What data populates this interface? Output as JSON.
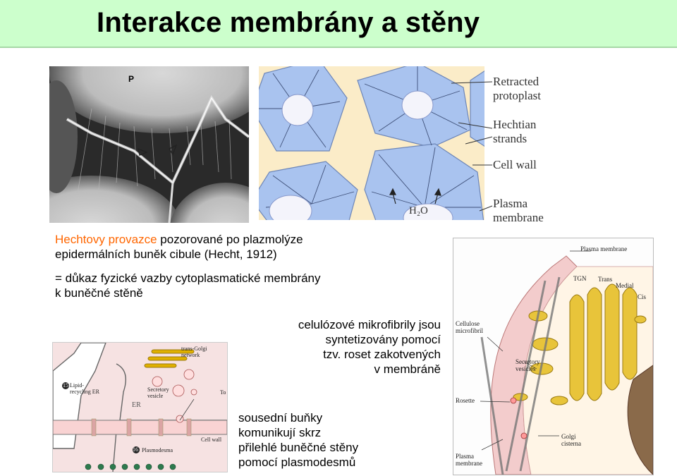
{
  "slide": {
    "title": "Interakce membrány a stěny"
  },
  "text": {
    "para1_highlight": "Hechtovy provazce",
    "para1_rest": " pozorované po plazmolýze",
    "para1_line2": "epidermálních buněk cibule (Hecht, 1912)",
    "para2_line1": "= důkaz fyzické vazby cytoplasmatické membrány",
    "para2_line2": "k buněčné stěně",
    "para3_lines": [
      "celulózové mikrofibrily jsou",
      "syntetizovány pomocí",
      "tzv. roset zakotvených",
      "v membráně"
    ],
    "para4_lines": [
      "sousední buňky",
      "komunikují skrz",
      "přilehlé buněčné stěny",
      "pomocí plasmodesmů"
    ]
  },
  "micrograph": {
    "label": "P"
  },
  "hechtian_diagram": {
    "labels": {
      "retracted": [
        "Retracted",
        "protoplast"
      ],
      "hechtian": [
        "Hechtian",
        "strands"
      ],
      "cell_wall": "Cell wall",
      "plasma": [
        "Plasma",
        "membrane"
      ],
      "water": "H₂O"
    }
  },
  "golgi_diagram": {
    "labels": {
      "plasma_membrane": "Plasma membrane",
      "tgn": "TGN",
      "trans": "Trans",
      "medial": "Medial",
      "cis": "Cis",
      "cellulose": [
        "Cellulose",
        "microfibril"
      ],
      "secretory": [
        "Secretory",
        "vesicles"
      ],
      "rosette": "Rosette",
      "golgi": [
        "Golgi",
        "cisterna"
      ],
      "plasma_bottom": [
        "Plasma",
        "membrane"
      ]
    }
  },
  "plasmodesma_diagram": {
    "labels": {
      "trans_golgi": [
        "trans-Golgi",
        "network"
      ],
      "lipid": [
        "Lipid-",
        "recycling ER"
      ],
      "secretory": [
        "Secretory",
        "vesicle"
      ],
      "to": "To",
      "er": "ER",
      "plasmodesma": "Plasmodesma",
      "cell_wall": "Cell wall",
      "num_15": "15",
      "num_16": "16"
    }
  },
  "colors": {
    "title_bg": "#ccffcc",
    "highlight": "#ff6600",
    "cell_blue": "#a9c3ef",
    "wall_cream": "#fbecc8",
    "golgi_yellow": "#e8c43a",
    "membrane_pink": "#f3cccc"
  }
}
